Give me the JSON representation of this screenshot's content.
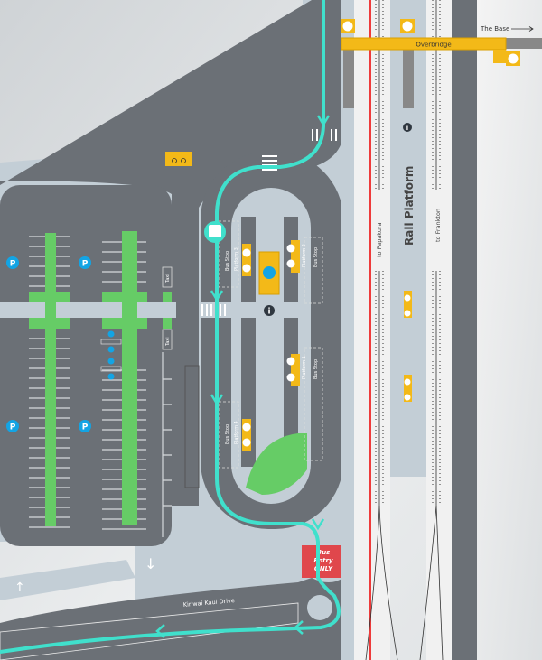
{
  "labels": {
    "the_base": "The Base",
    "overbridge": "Overbridge",
    "rail_platform": "Rail Platform",
    "to_papakura": "to Papakura",
    "to_frankton": "to Frankton",
    "bus_entry_line1": "Bus",
    "bus_entry_line2": "Entry",
    "bus_entry_line3": "ONLY",
    "road_name": "Kiriwai Kaui Drive",
    "bus_stop": "Bus Stop",
    "platform_1": "Platform 1",
    "platform_2": "Platform 2",
    "platform_3": "Platform 3",
    "platform_4": "Platform 4",
    "taxi": "Taxi"
  },
  "icons": {
    "parking": "P",
    "info": "i",
    "accessible": "♿",
    "toilets": "🚻",
    "bike": "🚲",
    "bus": "🚌",
    "lift": "⇅",
    "stop": "▢",
    "arrow_down": "↓",
    "arrow_up": "↑"
  },
  "colors": {
    "road": "#6b7076",
    "pavement": "#c3ced6",
    "green": "#66cc66",
    "route": "#40e0cc",
    "yellow": "#f3b918",
    "bus_entry": "#e0474c",
    "rail_line": "#ee3b3b",
    "parking_blue": "#13a4e4"
  }
}
